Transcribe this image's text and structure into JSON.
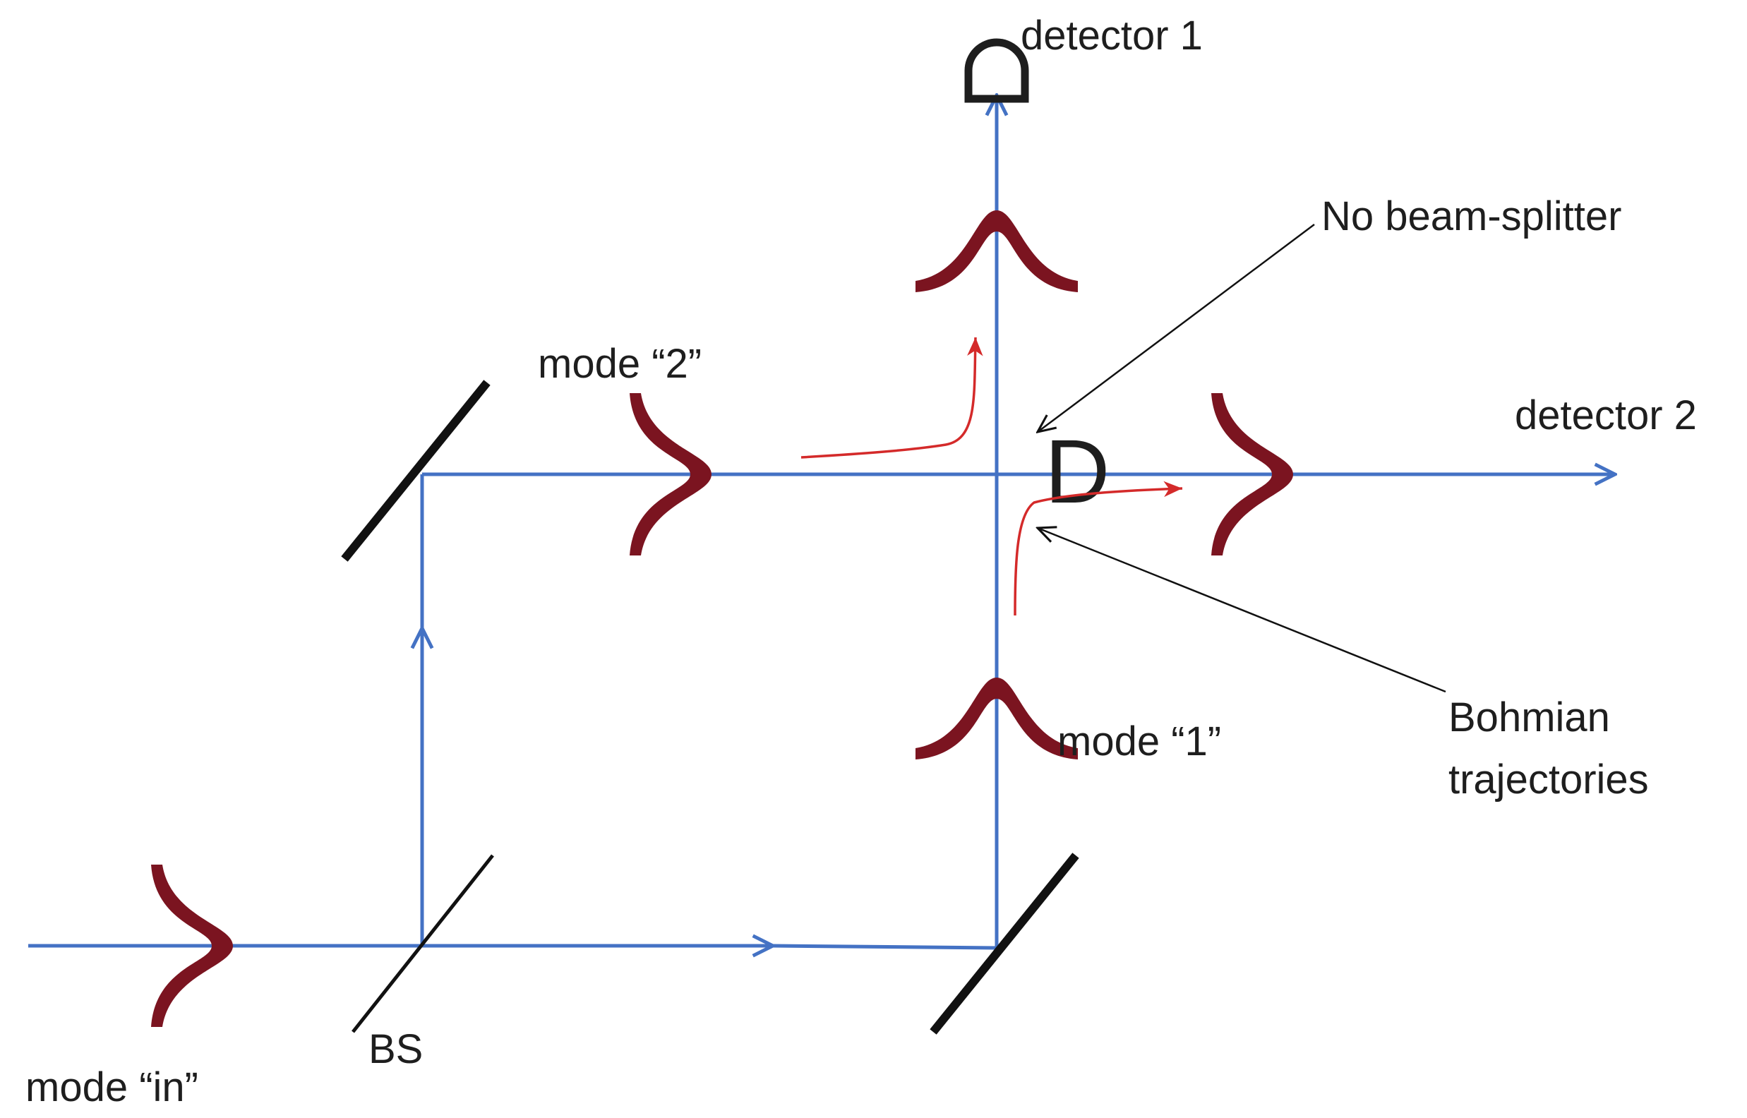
{
  "labels": {
    "detector1": "detector 1",
    "detector2": "detector 2",
    "no_beam_splitter": "No beam-splitter",
    "mode2": "mode “2”",
    "mode1": "mode “1”",
    "mode_in": "mode “in”",
    "bs": "BS",
    "bohmian_line1": "Bohmian",
    "bohmian_line2": "trajectories",
    "detector2_glyph": "D"
  },
  "colors": {
    "beam": "#4472c4",
    "wavepacket": "#7b1420",
    "trajectory": "#d42a2a",
    "mirror": "#111111",
    "annotation": "#111111",
    "text": "#1e1e1e"
  }
}
